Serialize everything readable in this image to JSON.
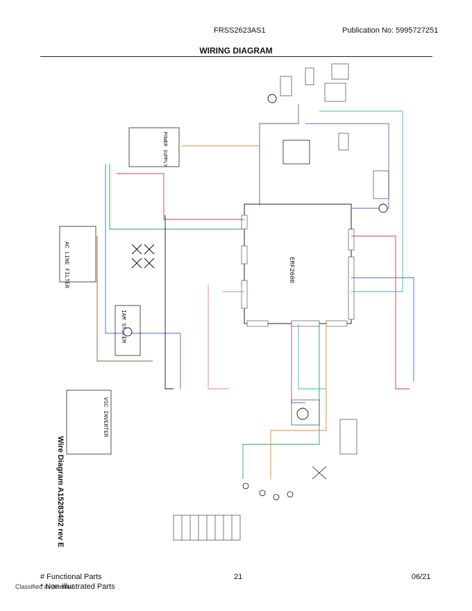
{
  "header": {
    "model": "FRSS2623AS1",
    "publication": "Publication No:  5995727251"
  },
  "page_title": "WIRING DIAGRAM",
  "diagram": {
    "power_supply_label": "POWER SUPPLY",
    "ac_line_filter_label": "AC LINE FILTER",
    "control_board_label": "ERF2600",
    "iam_system_label": "IAM SYSTEM",
    "vsc_inverter_label": "VSC INVERTER",
    "wire_diagram_id": "Wire Diagram A15283402 rev E"
  },
  "colors": {
    "wire_blue": "#3a6fd8",
    "wire_red": "#d83a3a",
    "wire_green": "#2e9e4e",
    "wire_orange": "#e08a2a",
    "wire_purple": "#8a4fd0",
    "wire_brown": "#8a5a3a",
    "wire_cyan": "#2ab8c8",
    "wire_pink": "#e07ab0",
    "wire_gray": "#666666",
    "wire_black": "#111111"
  },
  "footer": {
    "functional_parts": "# Functional Parts",
    "non_illustrated": "* Non-Illustrated Parts",
    "page_number": "21",
    "date": "06/21",
    "classification": "Classified as Internal"
  }
}
